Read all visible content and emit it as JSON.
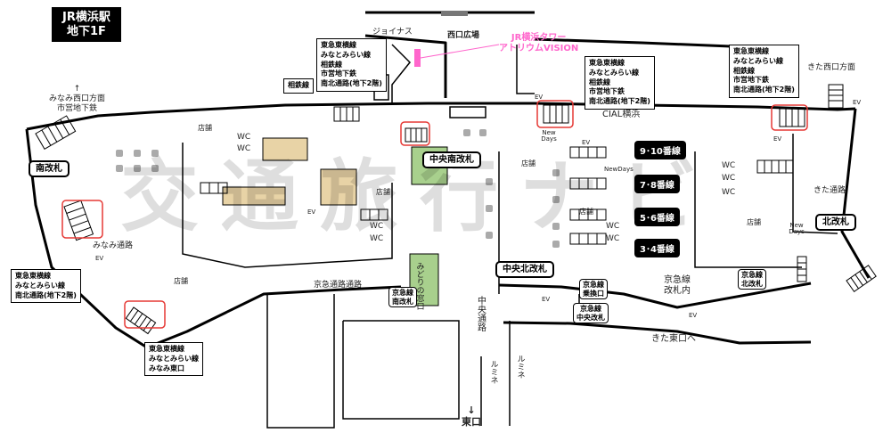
{
  "title": {
    "line1": "JR横浜駅",
    "line2": "地下1F"
  },
  "watermark": "交通旅行ナビ",
  "colors": {
    "wall": "#000000",
    "pink": "#ff66cc",
    "green": "#a8d08d",
    "tan": "#e8d3a6",
    "red": "#e53935",
    "grey": "#777777"
  },
  "gates": {
    "south": "南改札",
    "central_south": "中央南改札",
    "central_north": "中央北改札",
    "north": "北改札"
  },
  "platforms": [
    "9･10番線",
    "7･8番線",
    "5･6番線",
    "3･4番線"
  ],
  "keikyu": {
    "south": [
      "京急線",
      "南改札"
    ],
    "transfer": [
      "京急線",
      "乗換口"
    ],
    "central": [
      "京急線",
      "中央改札"
    ],
    "north": [
      "京急線",
      "北改札"
    ]
  },
  "labels": {
    "joinus": "ジョイナス",
    "nishiguchi_hiroba": "西口広場",
    "vision": [
      "JR横浜タワー",
      "アトリウムVISION"
    ],
    "minami_nishiguchi": [
      "みなみ西口方面",
      "市営地下鉄"
    ],
    "kita_nishiguchi": "きた西口方面",
    "sotetsu": "相鉄線",
    "cial": "CIAL横浜",
    "newdays": "New Days",
    "newdays2": "NewDays",
    "newdays3": "New Days",
    "shop": "店舗",
    "wc": "WC",
    "ev": "EV",
    "minami_tsuro": "みなみ通路",
    "kita_tsuro": "きた通路",
    "keikyu_tsuro": "京急通路通路",
    "midori": "みどりの窓口",
    "chuo_tsuro": "中央通路",
    "lumine": "ルミネ",
    "keikyu_kaisatsu": [
      "京急線",
      "改札内"
    ],
    "kita_higashi": "きた東口へ",
    "higashiguchi_arrow": "↓",
    "higashiguchi": "東口",
    "up_arrow": "↑"
  },
  "infoboxes": {
    "top_center": [
      "東急東横線",
      "みなとみらい線",
      "相鉄線",
      "市営地下鉄",
      "南北通路(地下2階)"
    ],
    "top_mid": [
      "東急東横線",
      "みなとみらい線",
      "相鉄線",
      "市営地下鉄",
      "南北通路(地下2階)"
    ],
    "top_right": [
      "東急東横線",
      "みなとみらい線",
      "相鉄線",
      "市営地下鉄",
      "南北通路(地下2階)"
    ],
    "left": [
      "東急東横線",
      "みなとみらい線",
      "南北通路(地下2階)"
    ],
    "bottom_left": [
      "東急東横線",
      "みなとみらい線",
      "みなみ東口"
    ]
  }
}
